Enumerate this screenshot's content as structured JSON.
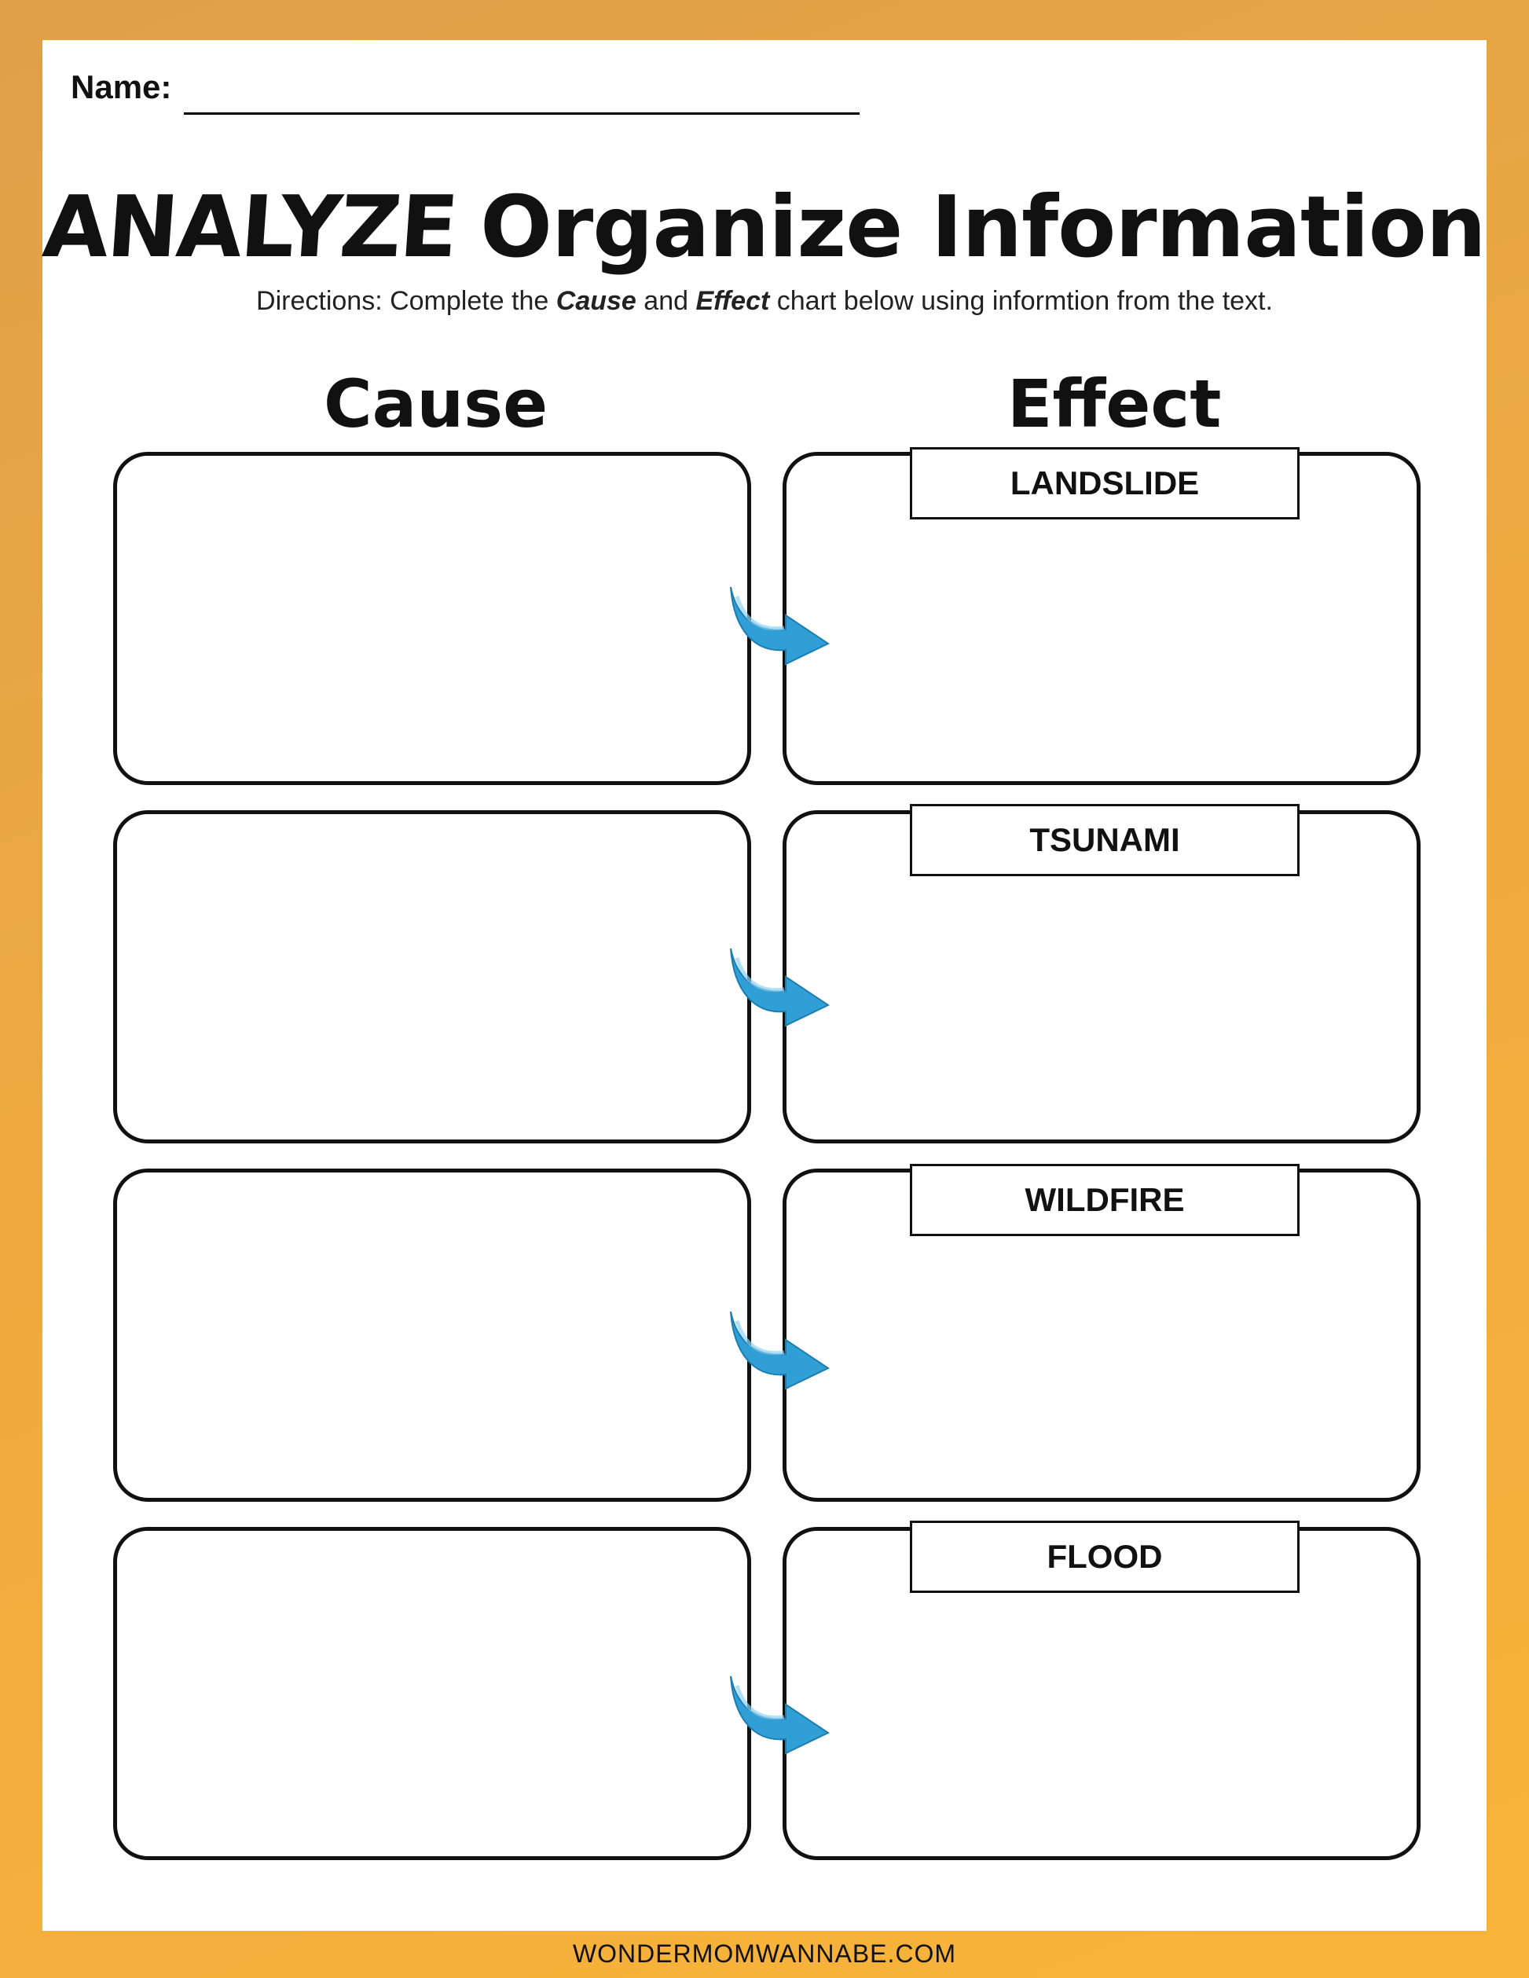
{
  "header": {
    "name_label": "Name:",
    "title_part1": "ANALYZE",
    "title_part2": "Organize Information",
    "directions_pre": "Directions: Complete the ",
    "directions_cause": "Cause",
    "directions_mid": " and ",
    "directions_effect": "Effect",
    "directions_post": " chart below using informtion from the text."
  },
  "columns": {
    "cause": "Cause",
    "effect": "Effect"
  },
  "rows": [
    {
      "effect_label": "LANDSLIDE"
    },
    {
      "effect_label": "TSUNAMI"
    },
    {
      "effect_label": "WILDFIRE"
    },
    {
      "effect_label": "FLOOD"
    }
  ],
  "colors": {
    "border_orange": "#f0ab3e",
    "arrow_blue": "#2f9fd6"
  },
  "footer": {
    "website": "WONDERMOMWANNABE.COM"
  }
}
